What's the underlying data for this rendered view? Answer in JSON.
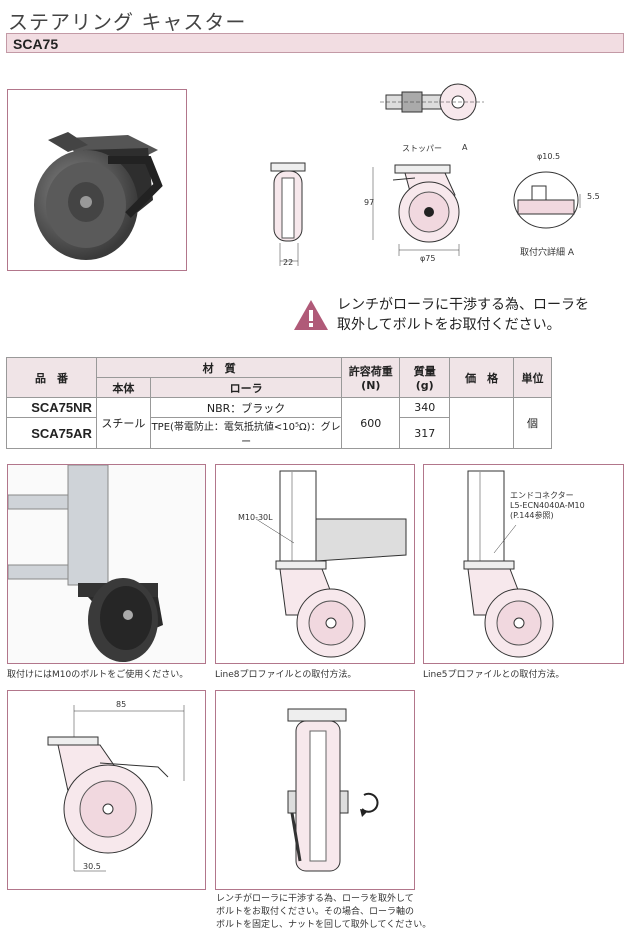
{
  "page_title": "ステアリング キャスター",
  "model_code": "SCA75",
  "drawing": {
    "stopper_label": "ストッパー",
    "a_label": "A",
    "dim_97": "97",
    "dim_22": "22",
    "dim_phi75": "φ75",
    "dim_phi10_5": "φ10.5",
    "dim_5_5": "5.5",
    "detail_label": "取付穴詳細 A"
  },
  "warning_text": [
    "レンチがローラに干渉する為、ローラを",
    "取外してボルトをお取付ください。"
  ],
  "table": {
    "h_part": "品　番",
    "h_material": "材　質",
    "h_body": "本体",
    "h_roller": "ローラ",
    "h_load": "許容荷重",
    "h_load_unit": "(N)",
    "h_mass": "質量",
    "h_mass_unit": "(g)",
    "h_price": "価　格",
    "h_unit": "単位",
    "rows": [
      {
        "part": "SCA75NR",
        "roller": "NBR：ブラック",
        "mass": "340"
      },
      {
        "part": "SCA75AR",
        "roller": "TPE(帯電防止：電気抵抗値<10⁵Ω)：グレー",
        "mass": "317"
      }
    ],
    "body": "スチール",
    "load": "600",
    "unit": "個"
  },
  "captions": {
    "photo2": "取付けにはM10のボルトをご使用ください。",
    "line8": "Line8プロファイルとの取付方法。",
    "line5": "Line5プロファイルとの取付方法。",
    "bottom": [
      "レンチがローラに干渉する為、ローラを取外して",
      "ボルトをお取付ください。その場合、ローラ軸の",
      "ボルトを固定し、ナットを回して取外してください。"
    ]
  },
  "labels": {
    "m10": "M10-30L",
    "end_connector": [
      "エンドコネクター",
      "L5-ECN4040A-M10",
      "(P.144参照)"
    ],
    "dim_85": "85",
    "dim_30_5": "30.5"
  }
}
